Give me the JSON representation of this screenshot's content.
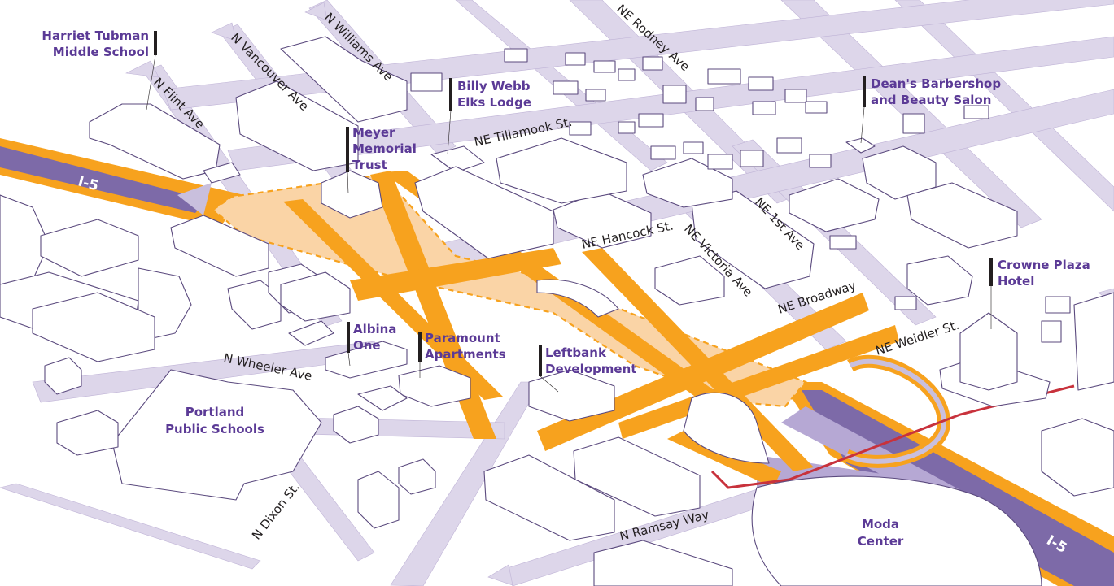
{
  "streets": {
    "n_flint_ave": "N Flint Ave",
    "n_vancouver_ave": "N Vancouver Ave",
    "n_williams_ave": "N Williams Ave",
    "ne_rodney_ave": "NE Rodney Ave",
    "ne_tillamook_st": "NE Tillamook St.",
    "ne_hancock_st": "NE Hancock St.",
    "ne_victoria_ave": "NE Victoria Ave",
    "ne_1st_ave": "NE 1st Ave",
    "ne_broadway": "NE Broadway",
    "ne_weidler_st": "NE Weidler St.",
    "n_wheeler_ave": "N Wheeler Ave",
    "n_dixon_st": "N Dixon St.",
    "n_ramsay_way": "N Ramsay Way"
  },
  "highway": {
    "i5_north": "I-5",
    "i5_south": "I-5"
  },
  "places": {
    "harriet_tubman": [
      "Harriet Tubman",
      "Middle School"
    ],
    "billy_webb": [
      "Billy Webb",
      "Elks Lodge"
    ],
    "deans": [
      "Dean's Barbershop",
      "and Beauty Salon"
    ],
    "meyer": [
      "Meyer",
      "Memorial",
      "Trust"
    ],
    "crowne_plaza": [
      "Crowne Plaza",
      "Hotel"
    ],
    "albina_one": [
      "Albina",
      "One"
    ],
    "paramount": [
      "Paramount",
      "Apartments"
    ],
    "leftbank": [
      "Leftbank",
      "Development"
    ],
    "portland_public_schools": [
      "Portland",
      "Public Schools"
    ],
    "moda_center": [
      "Moda",
      "Center"
    ]
  },
  "colors": {
    "freeway": "#7d6aa8",
    "freeway_edge": "#f7a21e",
    "project_street": "#f7a21e",
    "project_area": "#fad4a6",
    "project_outline": "#f7a21e",
    "road": "#ddd6ea",
    "building_stroke": "#5b4a7e",
    "label_text": "#5b3a96",
    "street_text": "#231f20",
    "red_line": "#c8323c"
  }
}
